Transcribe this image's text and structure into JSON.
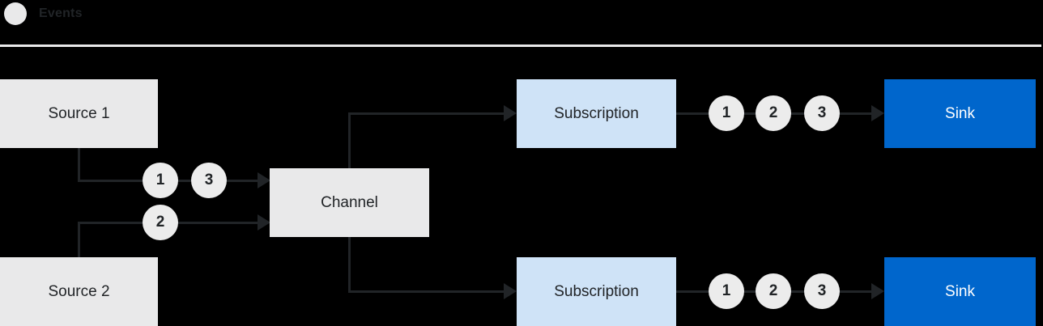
{
  "legend": {
    "label": "Events",
    "icon": "event-circle-icon"
  },
  "colors": {
    "background": "#000000",
    "node_gray": "#e9e9ea",
    "subscription_blue": "#cfe3f7",
    "sink_blue": "#0066cc",
    "line_dark": "#212427",
    "sink_text": "#ffffff",
    "separator": "#e9e9ea"
  },
  "nodes": {
    "source1": {
      "label": "Source 1"
    },
    "source2": {
      "label": "Source 2"
    },
    "channel": {
      "label": "Channel"
    },
    "subscription_top": {
      "label": "Subscription"
    },
    "subscription_bottom": {
      "label": "Subscription"
    },
    "sink_top": {
      "label": "Sink"
    },
    "sink_bottom": {
      "label": "Sink"
    }
  },
  "edges": {
    "source1_to_channel": {
      "events": [
        "1",
        "3"
      ]
    },
    "source2_to_channel": {
      "events": [
        "2"
      ]
    },
    "channel_to_subscription_top": {
      "events": []
    },
    "channel_to_subscription_bottom": {
      "events": []
    },
    "subscription_top_to_sink": {
      "events": [
        "1",
        "2",
        "3"
      ]
    },
    "subscription_bottom_to_sink": {
      "events": [
        "1",
        "2",
        "3"
      ]
    }
  }
}
